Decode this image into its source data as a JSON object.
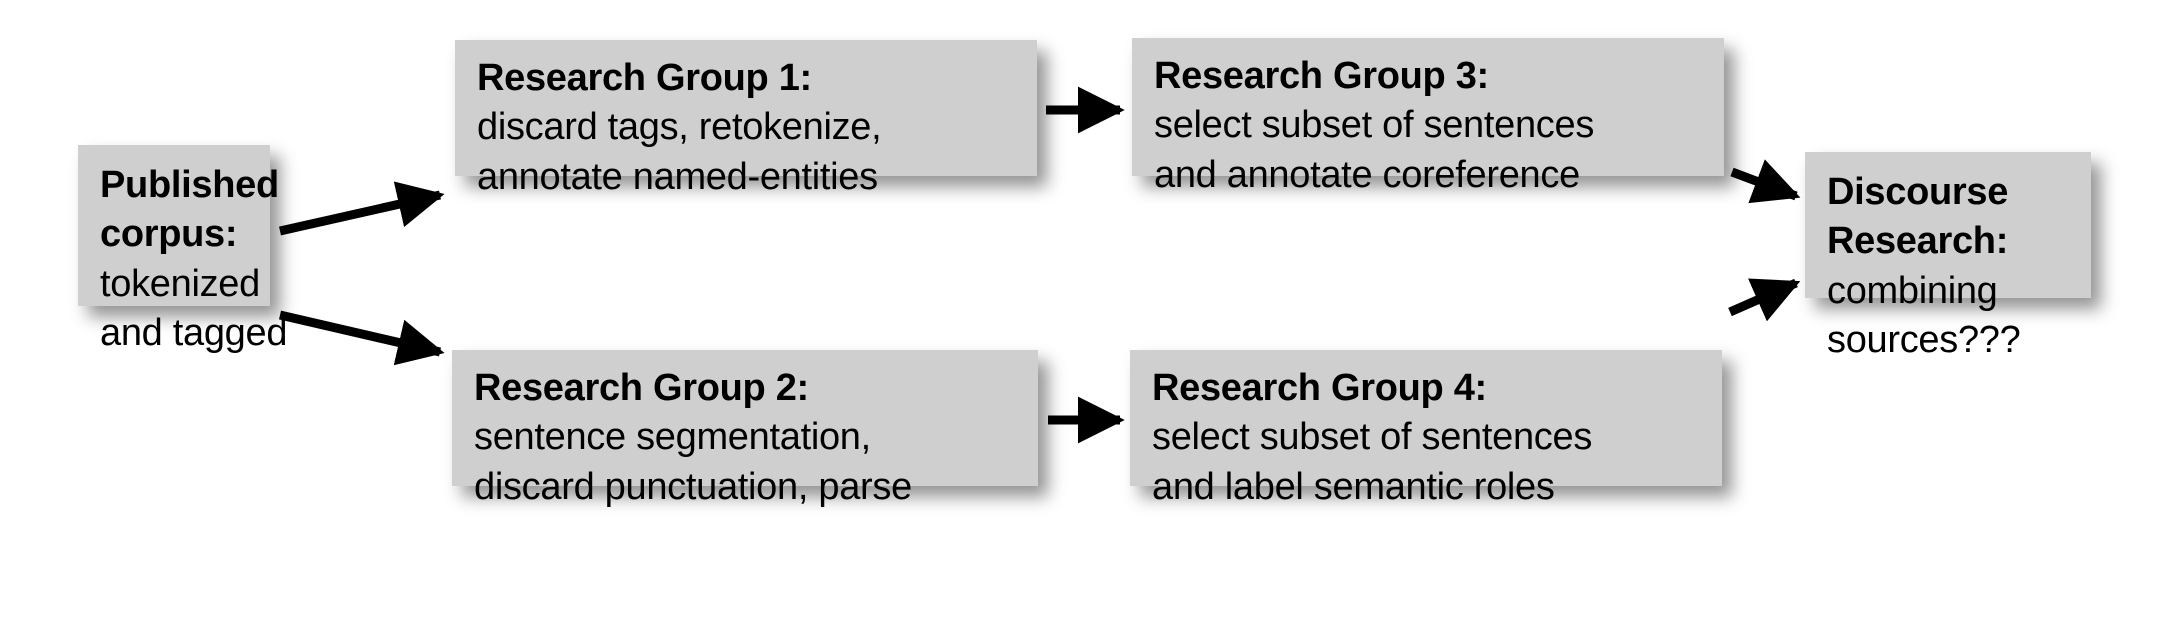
{
  "diagram": {
    "title": "Corpus annotation pipeline across research groups",
    "background_color": "#ffffff",
    "node_fill_color": "#cfcfcf",
    "text_color": "#000000",
    "edge_color": "#000000",
    "nodes": [
      {
        "id": "published-corpus",
        "title": "Published",
        "lines": [
          "corpus:",
          "tokenized",
          "and tagged"
        ],
        "bold_lines": 2
      },
      {
        "id": "research-group-1",
        "title": "Research Group 1:",
        "lines": [
          "discard tags, retokenize,",
          "annotate named-entities"
        ],
        "bold_lines": 1
      },
      {
        "id": "research-group-3",
        "title": "Research Group 3:",
        "lines": [
          "select subset of sentences",
          "and annotate coreference"
        ],
        "bold_lines": 1
      },
      {
        "id": "research-group-2",
        "title": "Research Group 2:",
        "lines": [
          "sentence segmentation,",
          "discard punctuation, parse"
        ],
        "bold_lines": 1
      },
      {
        "id": "research-group-4",
        "title": "Research Group 4:",
        "lines": [
          "select subset of sentences",
          "and label semantic roles"
        ],
        "bold_lines": 1
      },
      {
        "id": "discourse-research",
        "title": "Discourse",
        "lines": [
          "Research:",
          "combining",
          "sources???"
        ],
        "bold_lines": 2
      }
    ],
    "edges": [
      {
        "id": "corpus-to-group-1",
        "from": "published-corpus",
        "to": "research-group-1",
        "label": ""
      },
      {
        "id": "corpus-to-group-2",
        "from": "published-corpus",
        "to": "research-group-2",
        "label": ""
      },
      {
        "id": "group-1-to-group-3",
        "from": "research-group-1",
        "to": "research-group-3",
        "label": ""
      },
      {
        "id": "group-2-to-group-4",
        "from": "research-group-2",
        "to": "research-group-4",
        "label": ""
      },
      {
        "id": "group-3-to-discourse",
        "from": "research-group-3",
        "to": "discourse-research",
        "label": ""
      },
      {
        "id": "group-4-to-discourse",
        "from": "research-group-4",
        "to": "discourse-research",
        "label": ""
      }
    ]
  }
}
